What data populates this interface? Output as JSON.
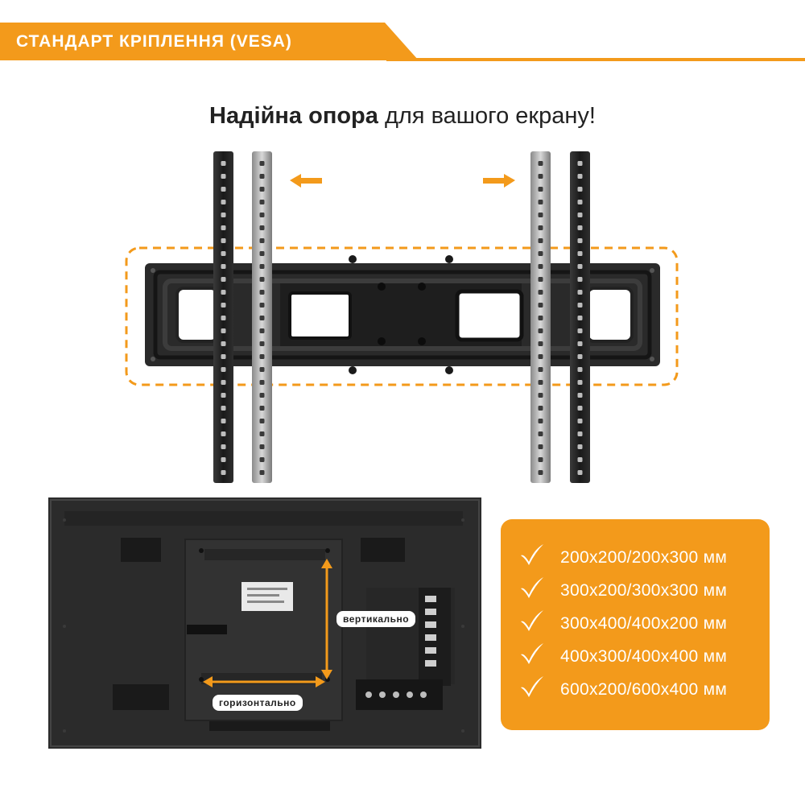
{
  "header": {
    "title": "СТАНДАРТ КРІПЛЕННЯ (VESA)",
    "accent_color": "#f39a1b"
  },
  "subtitle": {
    "bold": "Надійна опора",
    "rest": " для вашого екрану!"
  },
  "labels": {
    "vertical": "вертикально",
    "horizontal": "горизонтально"
  },
  "specs": {
    "items": [
      "200x200/200x300 мм",
      "300x200/300x300 мм",
      "300x400/400x200 мм",
      "400x300/400x400 мм",
      "600x200/600x400 мм"
    ],
    "icon": "check-icon"
  },
  "images": {
    "bracket": "tv-wall-mount-bracket",
    "tv_back": "tv-rear-panel"
  }
}
